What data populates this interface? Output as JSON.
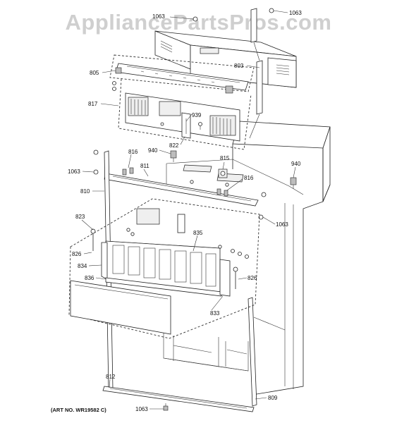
{
  "watermark": "AppliancePartsPros.com",
  "art_number": "(ART NO. WR19582 C)",
  "callouts": {
    "c1063_top_left": "1063",
    "c1063_top_right": "1063",
    "c805": "805",
    "c803": "803",
    "c817": "817",
    "c939": "939",
    "c822": "822",
    "c940_left": "940",
    "c816_left": "816",
    "c815": "815",
    "c940_right": "940",
    "c1063_mid_left": "1063",
    "c811": "811",
    "c816_right": "816",
    "c810": "810",
    "c823": "823",
    "c1063_mid_right": "1063",
    "c835": "835",
    "c826_left": "826",
    "c834": "834",
    "c836": "836",
    "c826_right": "826",
    "c833": "833",
    "c812": "812",
    "c809": "809",
    "c1063_bottom": "1063"
  }
}
